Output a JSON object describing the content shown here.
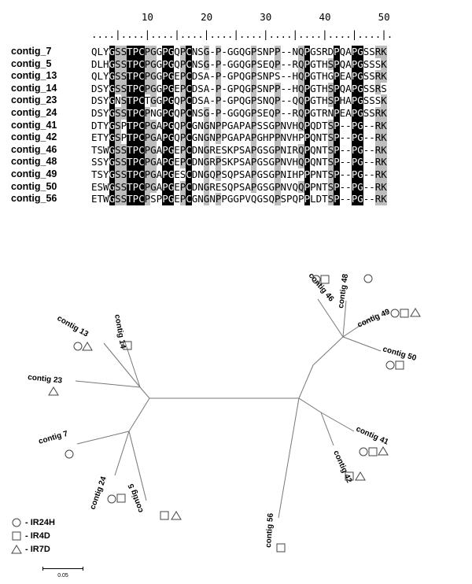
{
  "ruler": {
    "numbers": [
      "10",
      "20",
      "30",
      "40",
      "50"
    ],
    "dots": "....|....|....|....|....|....|....|....|....|....|."
  },
  "alignment": [
    {
      "name": "contig_7",
      "seq": "QLYGSSTPCPGGPGQPCNSG-P-GGQGPSNPP--NQPGSRDPQAPGSSRK"
    },
    {
      "name": "contig_5",
      "seq": "DLHGSSTPCPGGPGQPCNSG-P-GGQGPSEQP--RQPGTHSPQAPGSSSK"
    },
    {
      "name": "contig_13",
      "seq": "QLYGSSTPCPGGPGEPCDSA-P-GPQGPSNPS--HQPGTHGPEAPGSSRK"
    },
    {
      "name": "contig_14",
      "seq": "DSYGSSTPCPGGPGEPCDSA-P-GPQGPSNPP--HQPGTHSPQAPGSSRS"
    },
    {
      "name": "contig_23",
      "seq": "DSYGNSTPCTGGPGQPCDSA-P-GPQGPSNQP--QQPGTHSPHAPGSSSK"
    },
    {
      "name": "contig_24",
      "seq": "DSYGSSTPCPNGPGQPCNSG-P-GGQGPSEQP--RQPGTRNPEAPGSSRK"
    },
    {
      "name": "contig_41",
      "seq": "DTYGSPTPCPGAPGQPCGNGNPPGAPAPSSGPNVHQPQDTSP--PG--RK"
    },
    {
      "name": "contig_42",
      "seq": "ETYGSPTPCPGAPGQPCGNGNPPGAPAPGHPPNVHPPQNTSP--PG--RK"
    },
    {
      "name": "contig_46",
      "seq": "TSWGSSTPCPGAPGEPCDNGRESKPSAPGSGPNIRQPQNTSP--PG--RK"
    },
    {
      "name": "contig_48",
      "seq": "SSYGSSTPCPGAPGEPCDNGRPSKPSAPGSGPNVHQPQNTSP--PG--RK"
    },
    {
      "name": "contig_49",
      "seq": "TSYGSSTPCPGAPGESCDNGQPSQPSAPGSGPNIHPPPNTSP--PG--RK"
    },
    {
      "name": "contig_50",
      "seq": "ESWGSSTPCPGAPGEPCDNGRESQPSAPGSGPNVQQPPNTSP--PG--RK"
    },
    {
      "name": "contig_56",
      "seq": "ETWGSSTPCPSPPGEPCGNGNPPGGPVQGSQPSPQPPLDTSP--PG--RK"
    }
  ],
  "tree_labels": {
    "c7": "contig 7",
    "c5": "contig 5",
    "c13": "contig 13",
    "c14": "contig 14",
    "c23": "contig 23",
    "c24": "contig 24",
    "c41": "contig 41",
    "c42": "contig 42",
    "c46": "contig 46",
    "c48": "contig 48",
    "c49": "contig 49",
    "c50": "contig 50",
    "c56": "contig 56"
  },
  "legend": [
    {
      "shape": "circle",
      "label": "- IR24H"
    },
    {
      "shape": "square",
      "label": "- IR4D"
    },
    {
      "shape": "triangle",
      "label": "- IR7D"
    }
  ],
  "scale_label": "0.05"
}
